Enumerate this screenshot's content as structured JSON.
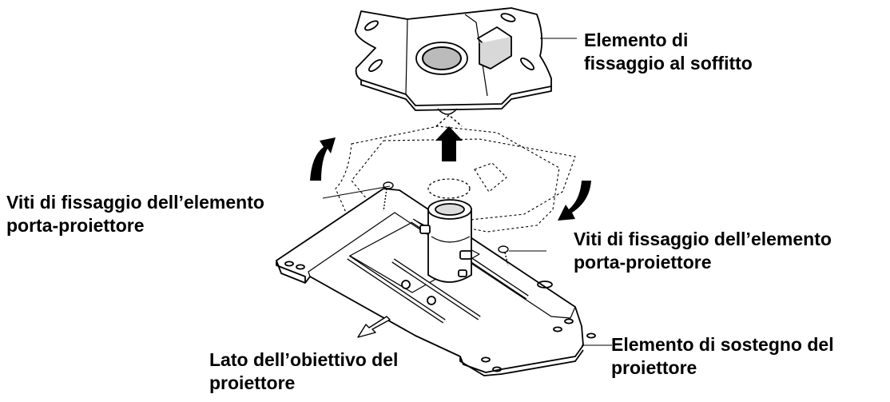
{
  "labels": {
    "ceiling_plate": {
      "line1": "Elemento di",
      "line2": "fissaggio al soffitto"
    },
    "screws_left": {
      "line1": "Viti di fissaggio dell’elemento",
      "line2": "porta-proiettore"
    },
    "screws_right": {
      "line1": "Viti di fissaggio dell’elemento",
      "line2": "porta-proiettore"
    },
    "lens_side": {
      "line1": "Lato dell’obiettivo del",
      "line2": "proiettore"
    },
    "projector_plate": {
      "line1": "Elemento di sostegno del",
      "line2": "proiettore"
    }
  }
}
